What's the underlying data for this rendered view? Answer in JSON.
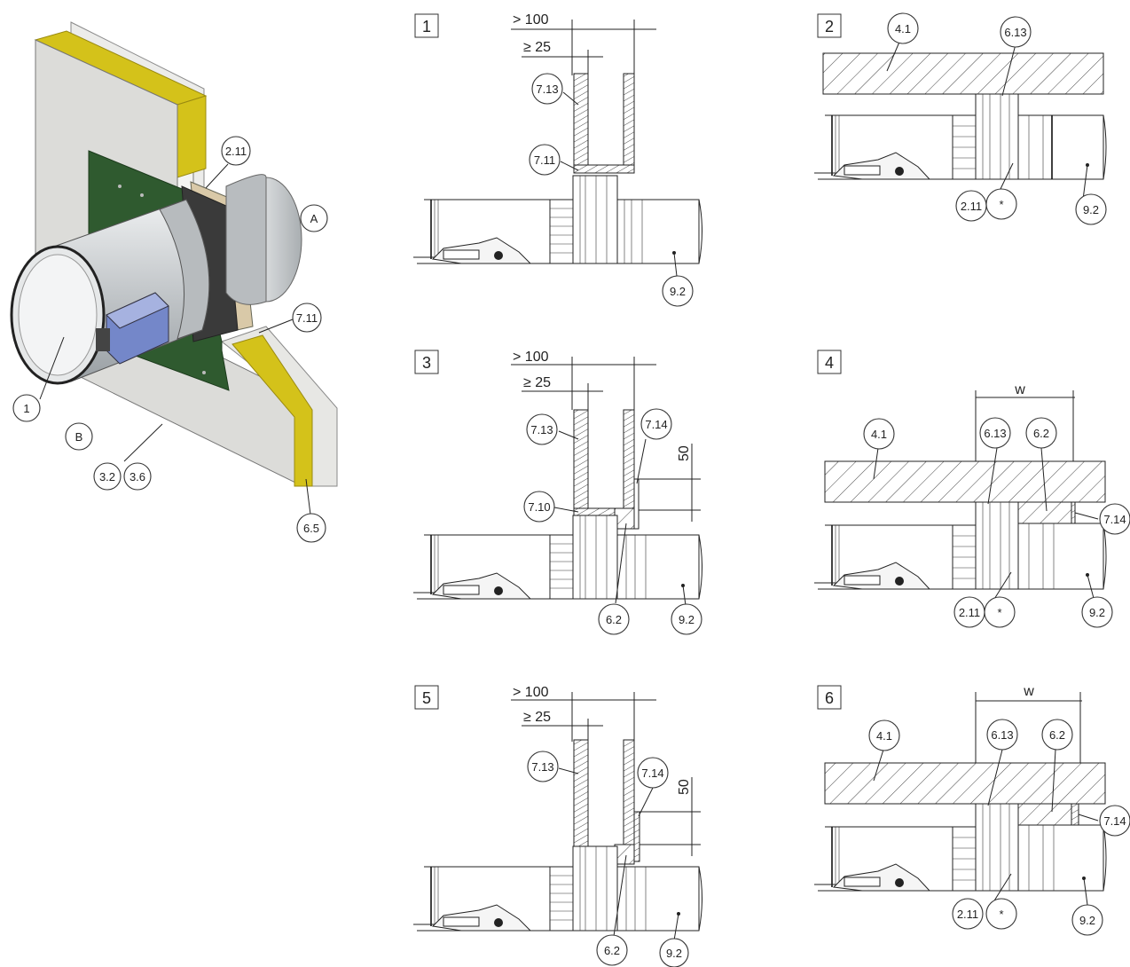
{
  "iso": {
    "callouts": [
      "2.11",
      "A",
      "7.11",
      "1",
      "B",
      "3.2",
      "3.6",
      "6.5"
    ]
  },
  "panels": [
    {
      "number": "1",
      "dims": [
        "> 100",
        "≥ 25"
      ],
      "labels": [
        "7.13",
        "7.11",
        "9.2"
      ]
    },
    {
      "number": "2",
      "dims": [],
      "labels": [
        "4.1",
        "6.13",
        "2.11",
        "*",
        "9.2"
      ]
    },
    {
      "number": "3",
      "dims": [
        "> 100",
        "≥ 25",
        "50"
      ],
      "labels": [
        "7.13",
        "7.14",
        "7.10",
        "6.2",
        "9.2"
      ]
    },
    {
      "number": "4",
      "dims": [
        "w"
      ],
      "labels": [
        "4.1",
        "6.13",
        "6.2",
        "7.14",
        "2.11",
        "*",
        "9.2"
      ]
    },
    {
      "number": "5",
      "dims": [
        "> 100",
        "≥ 25",
        "50"
      ],
      "labels": [
        "7.13",
        "7.14",
        "6.2",
        "9.2"
      ]
    },
    {
      "number": "6",
      "dims": [
        "w"
      ],
      "labels": [
        "4.1",
        "6.13",
        "6.2",
        "7.14",
        "2.11",
        "*",
        "9.2"
      ]
    }
  ],
  "colors": {
    "insulation": "#d4c21a",
    "mounting_plate": "#2f5a2f",
    "board": "#e3e3e0",
    "duct": "#c9ccce",
    "actuator": "#7487c9",
    "gasket": "#d9c9a8"
  }
}
